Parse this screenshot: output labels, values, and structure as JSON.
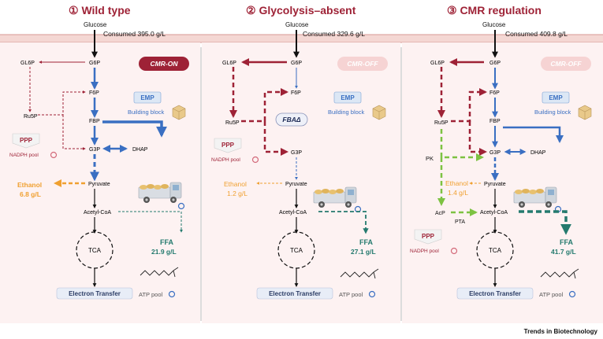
{
  "panels": [
    {
      "header": "① Wild type",
      "glucose": "Glucose",
      "consumed": "Consumed 395.0 g/L",
      "cmr": "CMR-ON",
      "ethanol_label": "Ethanol",
      "ethanol_value": "6.8 g/L",
      "ffa_label": "FFA",
      "ffa_value": "21.9 g/L"
    },
    {
      "header": "② Glycolysis–absent",
      "glucose": "Glucose",
      "consumed": "Consumed 329.6 g/L",
      "cmr": "CMR-OFF",
      "fba": "FBAΔ",
      "ethanol_label": "Ethanol",
      "ethanol_value": "1.2 g/L",
      "ffa_label": "FFA",
      "ffa_value": "27.1 g/L"
    },
    {
      "header": "③ CMR regulation",
      "glucose": "Glucose",
      "consumed": "Consumed 409.8 g/L",
      "cmr": "CMR-OFF",
      "ethanol_label": "Ethanol",
      "ethanol_value": "1.4 g/L",
      "ffa_label": "FFA",
      "ffa_value": "41.7 g/L",
      "pk": "PK",
      "pta": "PTA",
      "acp": "AcP"
    }
  ],
  "metabolites": {
    "g6p": "G6P",
    "gl6p": "GL6P",
    "f6p": "F6P",
    "fbp": "FBP",
    "ru5p": "Ru5P",
    "g3p": "G3P",
    "dhap": "DHAP",
    "pyruvate": "Pyruvate",
    "acetyl_coa": "Acetyl-CoA",
    "tca": "TCA"
  },
  "labels": {
    "emp": "EMP",
    "building_block": "Building block",
    "ppp": "PPP",
    "nadph_pool": "NADPH pool",
    "electron_transfer": "Electron Transfer",
    "atp_pool": "ATP pool",
    "footer": "Trends in Biotechnology"
  },
  "colors": {
    "blue": "#3a6fc2",
    "red": "#9e2236",
    "orange": "#f0a030",
    "teal": "#247a6e",
    "green": "#7dc242",
    "panel_bg": "#fdf2f2"
  }
}
